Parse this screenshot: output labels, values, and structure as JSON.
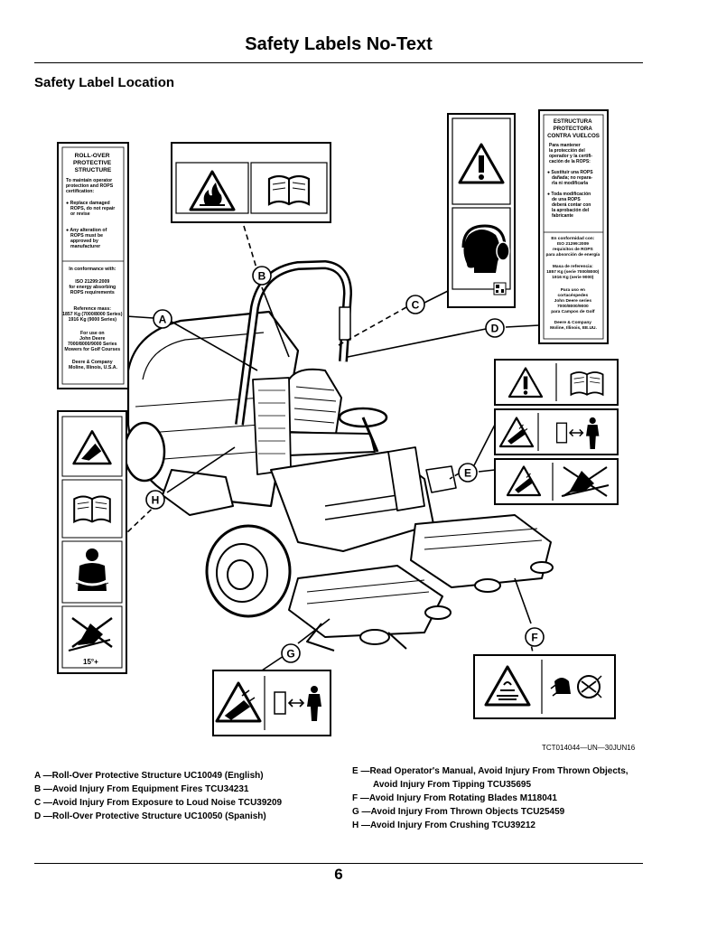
{
  "page": {
    "title": "Safety Labels No-Text",
    "subtitle": "Safety Label Location",
    "figure_code": "TCT014044—UN—30JUN16",
    "page_number": "6"
  },
  "labels_text": {
    "a": {
      "title": [
        "ROLL-OVER",
        "PROTECTIVE",
        "STRUCTURE"
      ],
      "body": [
        "To maintain operator",
        "protection and ROPS",
        "certification:",
        "● Replace damaged",
        "ROPS, do not repair",
        "or revise",
        "● Any alteration of",
        "ROPS must be",
        "approved by",
        "manufacturer"
      ],
      "conformance": [
        "In conformance with:",
        "ISO 21299:2009",
        "for energy absorbing",
        "ROPS requirements",
        "Reference mass:",
        "1857 Kg (7000/8000 Series)",
        "1916 Kg (9000 Series)",
        "For use on",
        "John Deere",
        "7000/8000/9000 Series",
        "Mowers for Golf Courses",
        "Deere & Company",
        "Moline, Illinois, U.S.A."
      ]
    },
    "d": {
      "title": [
        "ESTRUCTURA",
        "PROTECTORA",
        "CONTRA VUELCOS"
      ],
      "body": [
        "Para mantener",
        "la protección del",
        "operador y la certifi-",
        "cación de la ROPS:",
        "● Sustituir una ROPS",
        "dañada; no repara-",
        "rla ni modificarla",
        "● Toda modificación",
        "de una ROPS",
        "deberá contar con",
        "la aprobación del",
        "fabricante"
      ],
      "conformance": [
        "En conformidad con:",
        "ISO 21299:2009",
        "requisitos de ROPS",
        "para absorción de energía",
        "Masa de referencia:",
        "1857 Kg (serie 7000/8000)",
        "1916 Kg (serie 9000)",
        "Para uso en",
        "cortacéspedes",
        "John Deere series",
        "7000/8000/9000",
        "para Campos de Golf",
        "Deere & Company",
        "Moline, Illinois, EE.UU."
      ]
    },
    "h_angle": "15°+"
  },
  "callouts": [
    "A",
    "B",
    "C",
    "D",
    "E",
    "F",
    "G",
    "H"
  ],
  "captions": {
    "left": [
      "A —Roll-Over Protective Structure UC10049 (English)",
      "B —Avoid Injury From Equipment Fires TCU34231",
      "C —Avoid Injury From Exposure to Loud Noise TCU39209",
      "D —Roll-Over Protective Structure UC10050 (Spanish)"
    ],
    "right": [
      "E —Read Operator's Manual, Avoid Injury From Thrown Objects,",
      "Avoid Injury From Tipping TCU35695",
      "F —Avoid Injury From Rotating Blades M118041",
      "G —Avoid Injury From Thrown Objects TCU25459",
      "H —Avoid Injury From Crushing TCU39212"
    ]
  },
  "icons": [
    "fire-warning-icon",
    "manual-icon",
    "exclamation-icon",
    "hearing-protection-icon",
    "thrown-objects-icon",
    "keep-distance-icon",
    "tipping-icon",
    "seatbelt-icon",
    "rotating-blade-icon"
  ]
}
